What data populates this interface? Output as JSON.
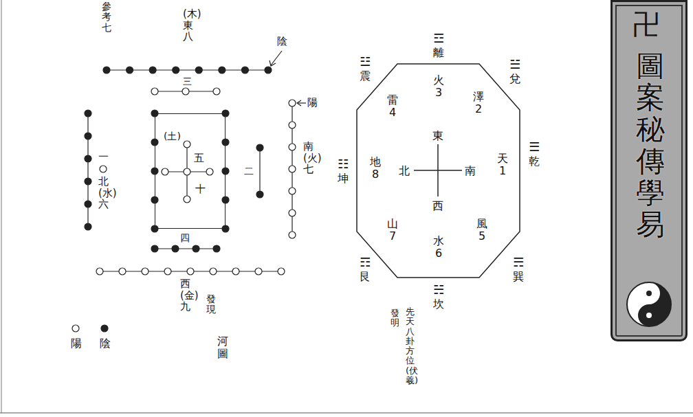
{
  "diagram": {
    "nodes": [
      {
        "text": [
          "圖案秘傳學易"
        ]
      },
      {
        "text": [
          "天1",
          "澤2",
          "火3",
          "雷4",
          "風5",
          "水6",
          "山7",
          "地8",
          "南",
          "北",
          "東",
          "西"
        ]
      },
      {
        "text": [
          "五",
          "(土)",
          "十"
        ]
      }
    ],
    "labels": [
      "卍",
      "參考七",
      "☰",
      "乾",
      "☱",
      "兌",
      "☲",
      "離",
      "☳",
      "震",
      "☷",
      "坤",
      "☶",
      "艮",
      "☵",
      "坎",
      "☴",
      "巽",
      "先天八卦方位(伏羲)",
      "發明",
      "陰",
      "(木)東八",
      "三",
      "陽",
      "南(火)七",
      "二",
      "四",
      "西(金)九",
      "一",
      "北(水)六",
      "發現",
      "河圖"
    ],
    "legend": [
      {
        "text": "陰"
      },
      {
        "text": "陽"
      }
    ]
  }
}
